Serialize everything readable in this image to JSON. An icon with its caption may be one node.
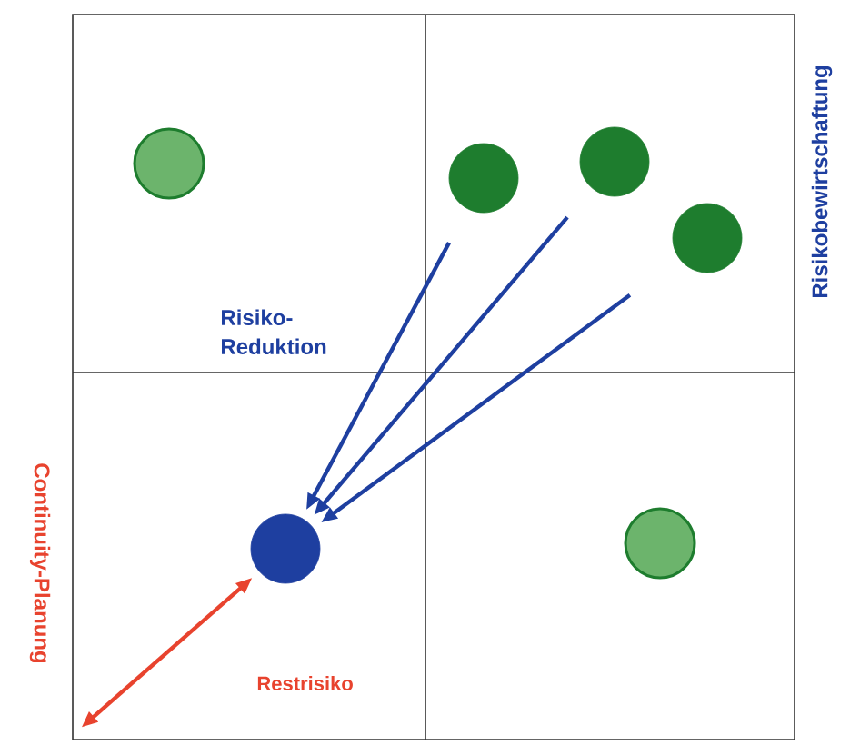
{
  "diagram": {
    "nodes": [
      {
        "text": [],
        "shape": "circle"
      },
      {
        "text": [],
        "shape": "circle"
      },
      {
        "text": [],
        "shape": "circle"
      },
      {
        "text": [],
        "shape": "circle"
      },
      {
        "text": [],
        "shape": "circle"
      },
      {
        "text": [],
        "shape": "circle"
      }
    ],
    "edges": [
      {
        "from": 1,
        "to": 4,
        "arrow": "to"
      },
      {
        "from": 2,
        "to": 4,
        "arrow": "to"
      },
      {
        "from": 3,
        "to": 4,
        "arrow": "to"
      },
      {
        "from": null,
        "to": 4,
        "arrow": "both",
        "label": "Restrisiko",
        "color": "#e8432e"
      }
    ],
    "labels": [
      "Risikobewirtschaftung",
      "Risiko- Reduktion",
      "Continuity-Planung"
    ]
  }
}
